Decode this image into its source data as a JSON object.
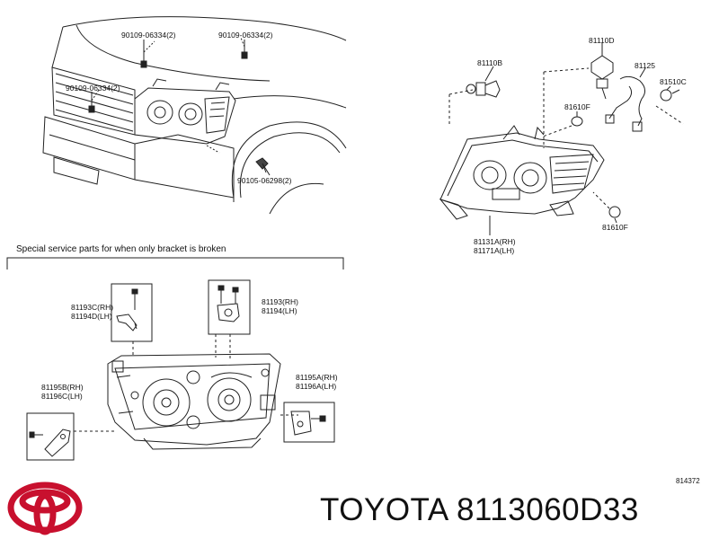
{
  "labels": {
    "bolt_top_left": "90109-06334(2)",
    "bolt_top_right": "90109-06334(2)",
    "bolt_left": "90109-06334(2)",
    "clip": "90105-06298(2)",
    "bulb_81110b": "81110B",
    "bulb_81110d": "81110D",
    "socket_81125": "81125",
    "socket_81510c": "81510C",
    "cap_81610f_top": "81610F",
    "cap_81610f_bottom": "81610F",
    "lamp_rh": "81131A(RH)",
    "lamp_lh": "81171A(LH)",
    "bracket_c_rh": "81193C(RH)",
    "bracket_d_lh": "81194D(LH)",
    "bracket_rh": "81193(RH)",
    "bracket_lh": "81194(LH)",
    "bracket_b_rh": "81195B(RH)",
    "bracket_c_lh": "81196C(LH)",
    "bracket_a_rh": "81195A(RH)",
    "bracket_a_lh": "81196A(LH)"
  },
  "section_title": "Special service parts for when only bracket is broken",
  "ref_code": "814372",
  "brand_text": "TOYOTA 8113060D33",
  "colors": {
    "logo_red": "#c8102e",
    "line": "#222222"
  }
}
